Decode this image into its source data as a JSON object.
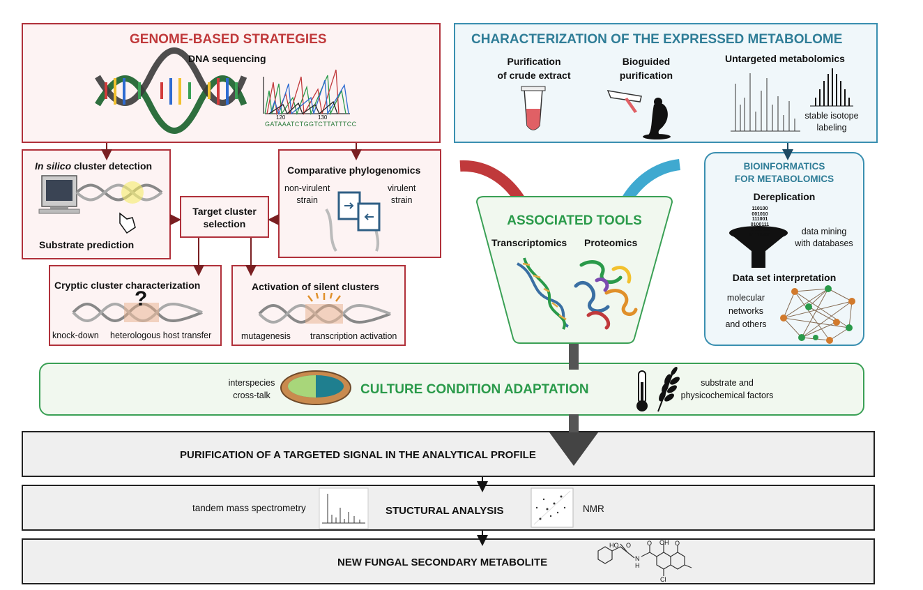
{
  "genome": {
    "title": "GENOME-BASED STRATEGIES",
    "dna_sequencing": "DNA sequencing",
    "tick1": "120",
    "tick2": "130",
    "sequence": "GATAAATCTGGTCTTATTTCC",
    "in_silico_italic": "In silico",
    "in_silico_rest": " cluster detection",
    "substrate_prediction": "Substrate prediction",
    "comparative": "Comparative phylogenomics",
    "non_virulent": "non-virulent\nstrain",
    "virulent": "virulent\nstrain",
    "target": "Target cluster\nselection",
    "cryptic": "Cryptic cluster characterization",
    "knock_down": "knock-down",
    "hetero": "heterologous host transfer",
    "activation": "Activation of silent clusters",
    "mutagenesis": "mutagenesis",
    "transcription": "transcription activation"
  },
  "metabolome": {
    "title": "CHARACTERIZATION OF THE EXPRESSED METABOLOME",
    "purification": "Purification\nof crude extract",
    "bioguided": "Bioguided\npurification",
    "untargeted": "Untargeted metabolomics",
    "isotope": "stable isotope\nlabeling"
  },
  "bioinfo": {
    "title": "BIOINFORMATICS\nFOR METABOLOMICS",
    "dereplication": "Dereplication",
    "binary": "110100\n001010\n111001\n0100111\n1100101\n01110100",
    "data_mining": "data mining\nwith databases",
    "interpretation": "Data set interpretation",
    "networks": "molecular\nnetworks\nand others"
  },
  "tools": {
    "title": "ASSOCIATED TOOLS",
    "transcriptomics": "Transcriptomics",
    "proteomics": "Proteomics"
  },
  "culture": {
    "title": "CULTURE CONDITION ADAPTATION",
    "interspecies": "interspecies\ncross-talk",
    "substrate": "substrate and\nphysicochemical factors"
  },
  "bottom": {
    "purification": "PURIFICATION OF A TARGETED SIGNAL IN THE ANALYTICAL PROFILE",
    "tandem": "tandem mass spectrometry",
    "structural": "STUCTURAL ANALYSIS",
    "nmr": "NMR",
    "new_metabolite": "NEW FUNGAL SECONDARY METABOLITE"
  },
  "molecule": {
    "ho": "HO",
    "o1": "O",
    "oh": "OH",
    "o2": "O",
    "o3": "O",
    "n": "N",
    "h": "H",
    "cl": "Cl"
  },
  "colors": {
    "red": "#b0303a",
    "blue": "#3a8fb0",
    "green": "#3aa055",
    "arrow_dark": "#7a1f22"
  }
}
